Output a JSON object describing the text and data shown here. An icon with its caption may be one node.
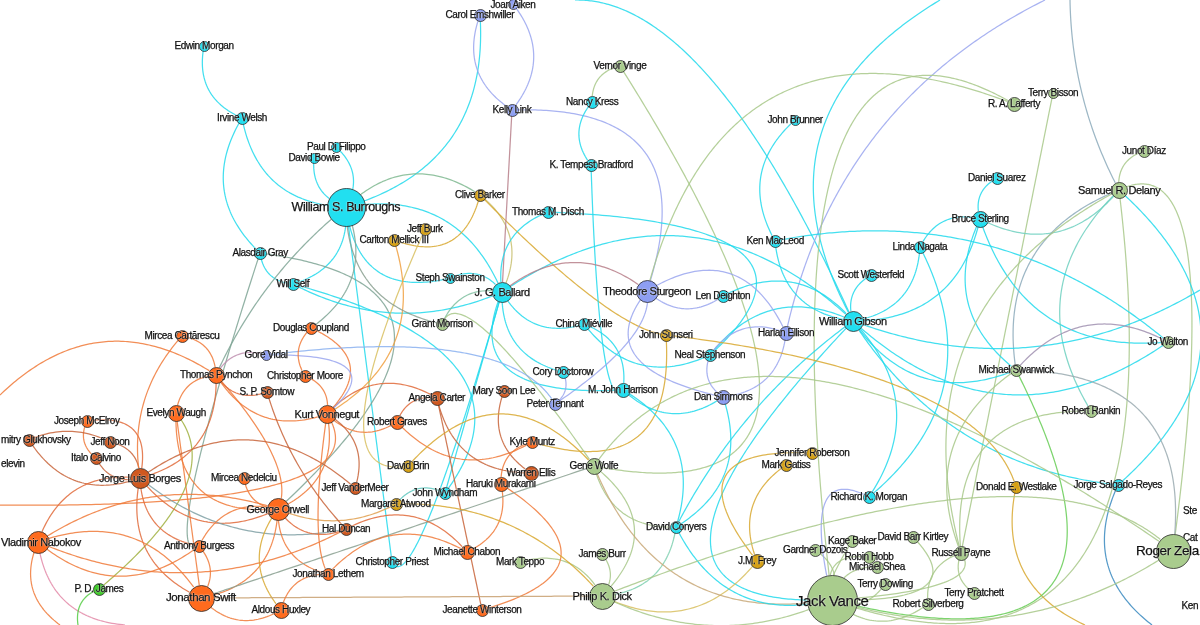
{
  "diagram": {
    "nodes": [
      {
        "text": [
          "Joan Aiken"
        ]
      },
      {
        "text": [
          "Carol Emshwiller"
        ]
      },
      {
        "text": [
          "Edwin Morgan"
        ]
      },
      {
        "text": [
          "Vernor Vinge"
        ]
      },
      {
        "text": [
          "Terry Bisson"
        ]
      },
      {
        "text": [
          "Nancy Kress"
        ]
      },
      {
        "text": [
          "R. A. Lafferty"
        ]
      },
      {
        "text": [
          "Kelly Link"
        ]
      },
      {
        "text": [
          "Irvine Welsh"
        ]
      },
      {
        "text": [
          "John Brunner"
        ]
      },
      {
        "text": [
          "Paul Di Filippo"
        ]
      },
      {
        "text": [
          "Junot Díaz"
        ]
      },
      {
        "text": [
          "David Bowie"
        ]
      },
      {
        "text": [
          "K. Tempest Bradford"
        ]
      },
      {
        "text": [
          "Daniel Suarez"
        ]
      },
      {
        "text": [
          "Samuel R. Delany"
        ]
      },
      {
        "text": [
          "Clive Barker"
        ]
      },
      {
        "text": [
          "William S. Burroughs"
        ]
      },
      {
        "text": [
          "Thomas M. Disch"
        ]
      },
      {
        "text": [
          "Bruce Sterling"
        ]
      },
      {
        "text": [
          "Jeff Burk"
        ]
      },
      {
        "text": [
          "Carlton Mellick III"
        ]
      },
      {
        "text": [
          "Ken MacLeod"
        ]
      },
      {
        "text": [
          "Linda Nagata"
        ]
      },
      {
        "text": [
          "Alasdair Gray"
        ]
      },
      {
        "text": [
          "Scott Westerfeld"
        ]
      },
      {
        "text": [
          "Steph Swainston"
        ]
      },
      {
        "text": [
          "Will Self"
        ]
      },
      {
        "text": [
          "Theodore Sturgeon"
        ]
      },
      {
        "text": [
          "J. G. Ballard"
        ]
      },
      {
        "text": [
          "Len Deighton"
        ]
      },
      {
        "text": [
          "William Gibson"
        ]
      },
      {
        "text": [
          "Grant Morrison"
        ]
      },
      {
        "text": [
          "China Miéville"
        ]
      },
      {
        "text": [
          "Douglas Coupland"
        ]
      },
      {
        "text": [
          "Harlan Ellison"
        ]
      },
      {
        "text": [
          "John Sunseri"
        ]
      },
      {
        "text": [
          "Mircea Cărtărescu"
        ]
      },
      {
        "text": [
          "Jo Walton"
        ]
      },
      {
        "text": [
          "Gore Vidal"
        ]
      },
      {
        "text": [
          "Neal Stephenson"
        ]
      },
      {
        "text": [
          "Michael Swanwick"
        ]
      },
      {
        "text": [
          "Cory Doctorow"
        ]
      },
      {
        "text": [
          "Thomas Pynchon"
        ]
      },
      {
        "text": [
          "Christopher Moore"
        ]
      },
      {
        "text": [
          "M. John Harrison"
        ]
      },
      {
        "text": [
          "Mary Soon Lee"
        ]
      },
      {
        "text": [
          "S. P. Somtow"
        ]
      },
      {
        "text": [
          "Dan Simmons"
        ]
      },
      {
        "text": [
          "Angela Carter"
        ]
      },
      {
        "text": [
          "Peter Tennant"
        ]
      },
      {
        "text": [
          "Robert Rankin"
        ]
      },
      {
        "text": [
          "Evelyn Waugh"
        ]
      },
      {
        "text": [
          "Kurt Vonnegut"
        ]
      },
      {
        "text": [
          "Joseph McElroy"
        ]
      },
      {
        "text": [
          "Robert Graves"
        ]
      },
      {
        "text": [
          "mitry Glukhovsky"
        ]
      },
      {
        "text": [
          "Jeff Noon"
        ]
      },
      {
        "text": [
          "Kyle Muntz"
        ]
      },
      {
        "text": [
          "Jennifer Roberson"
        ]
      },
      {
        "text": [
          "elevin"
        ]
      },
      {
        "text": [
          "Italo Calvino"
        ]
      },
      {
        "text": [
          "Mark Gatiss"
        ]
      },
      {
        "text": [
          "David Brin"
        ]
      },
      {
        "text": [
          "Gene Wolfe"
        ]
      },
      {
        "text": [
          "Warren Ellis"
        ]
      },
      {
        "text": [
          "Jorge Luis Borges"
        ]
      },
      {
        "text": [
          "Mircea Nedelciu"
        ]
      },
      {
        "text": [
          "Haruki Murakami"
        ]
      },
      {
        "text": [
          "Jorge Salgado-Reyes"
        ]
      },
      {
        "text": [
          "Donald E. Westlake"
        ]
      },
      {
        "text": [
          "Jeff VanderMeer"
        ]
      },
      {
        "text": [
          "John Wyndham"
        ]
      },
      {
        "text": [
          "Richard K. Morgan"
        ]
      },
      {
        "text": [
          "Margaret Atwood"
        ]
      },
      {
        "text": [
          "George Orwell"
        ]
      },
      {
        "text": [
          "Ste"
        ]
      },
      {
        "text": [
          "David Conyers"
        ]
      },
      {
        "text": [
          "Hal Duncan"
        ]
      },
      {
        "text": [
          "David Barr Kirtley"
        ]
      },
      {
        "text": [
          "Cat"
        ]
      },
      {
        "text": [
          "Kage Baker"
        ]
      },
      {
        "text": [
          "Vladimir Nabokov"
        ]
      },
      {
        "text": [
          "Anthony Burgess"
        ]
      },
      {
        "text": [
          "Gardner Dozois"
        ]
      },
      {
        "text": [
          "Roger Zela"
        ]
      },
      {
        "text": [
          "Michael Chabon"
        ]
      },
      {
        "text": [
          "Russell Payne"
        ]
      },
      {
        "text": [
          "James Burr"
        ]
      },
      {
        "text": [
          "Robin Hobb"
        ]
      },
      {
        "text": [
          "J.M. Frey"
        ]
      },
      {
        "text": [
          "Christopher Priest"
        ]
      },
      {
        "text": [
          "Mark Teppo"
        ]
      },
      {
        "text": [
          "Michael Shea"
        ]
      },
      {
        "text": [
          "Jonathan Lethem"
        ]
      },
      {
        "text": [
          "Terry Dowling"
        ]
      },
      {
        "text": [
          "P. D. James"
        ]
      },
      {
        "text": [
          "Terry Pratchett"
        ]
      },
      {
        "text": [
          "Philip K. Dick"
        ]
      },
      {
        "text": [
          "Jonathan Swift"
        ]
      },
      {
        "text": [
          "Jack Vance"
        ]
      },
      {
        "text": [
          "Robert Silverberg"
        ]
      },
      {
        "text": [
          "Ken"
        ]
      },
      {
        "text": [
          "Aldous Huxley"
        ]
      },
      {
        "text": [
          "Jeanette Winterson"
        ]
      }
    ],
    "edges": [
      {
        "from": 2,
        "to": 8,
        "arrow": "none"
      },
      {
        "from": 8,
        "to": 24,
        "arrow": "none"
      },
      {
        "from": 8,
        "to": 17,
        "arrow": "none"
      },
      {
        "from": 12,
        "to": 17,
        "arrow": "none"
      },
      {
        "from": 10,
        "to": 17,
        "arrow": "none"
      },
      {
        "from": 17,
        "to": 1,
        "arrow": "none"
      },
      {
        "from": 24,
        "to": 27,
        "arrow": "none"
      },
      {
        "from": 27,
        "to": 17,
        "arrow": "none"
      },
      {
        "from": 17,
        "to": 29,
        "arrow": "none"
      },
      {
        "from": 17,
        "to": 26,
        "arrow": "none"
      },
      {
        "from": 17,
        "to": 16,
        "arrow": "none",
        "color": "#7fb890"
      },
      {
        "from": 17,
        "to": 91,
        "arrow": "none"
      },
      {
        "from": 17,
        "to": 43,
        "arrow": "none",
        "color": "#7fa595"
      },
      {
        "from": 17,
        "to": 34,
        "arrow": "none",
        "color": "#7fa595"
      },
      {
        "from": 24,
        "to": 83,
        "arrow": "none",
        "color": "#7fa595"
      },
      {
        "from": 24,
        "to": 75,
        "arrow": "none",
        "color": "#7fa595"
      },
      {
        "from": 27,
        "to": 72,
        "arrow": "none"
      },
      {
        "from": 27,
        "to": 29,
        "arrow": "none"
      },
      {
        "from": 16,
        "to": 21,
        "arrow": "none",
        "color": "#d8a830"
      },
      {
        "from": 16,
        "to": 29,
        "arrow": "none",
        "color": "#c8c070"
      },
      {
        "from": 16,
        "to": 36,
        "arrow": "none",
        "color": "#d8a830"
      },
      {
        "from": 20,
        "to": 63,
        "arrow": "none",
        "color": "#d8c060"
      },
      {
        "from": 21,
        "to": 53,
        "arrow": "none",
        "color": "#f0a040"
      },
      {
        "from": 0,
        "to": 7,
        "arrow": "none",
        "color": "#9aa6ee"
      },
      {
        "from": 1,
        "to": 7,
        "arrow": "none",
        "color": "#9aa6ee"
      },
      {
        "from": 7,
        "to": 29,
        "arrow": "none",
        "color": "#b77f8a"
      },
      {
        "from": 7,
        "to": 28,
        "arrow": "none",
        "color": "#9aa6ee"
      },
      {
        "from": 3,
        "to": 5,
        "arrow": "none",
        "color": "#a8c88a"
      },
      {
        "from": 3,
        "to": 64,
        "arrow": "none",
        "color": "#a8c88a"
      },
      {
        "from": 5,
        "to": 13,
        "arrow": "none"
      },
      {
        "from": 13,
        "to": 45,
        "arrow": "none"
      },
      {
        "from": 18,
        "to": 29,
        "arrow": "none"
      },
      {
        "from": 18,
        "to": 40,
        "arrow": "none"
      },
      {
        "from": null,
        "to": 31,
        "arrow": "none"
      },
      {
        "from": 9,
        "to": 22,
        "arrow": "none"
      },
      {
        "from": null,
        "to": 31,
        "arrow": "none"
      },
      {
        "from": null,
        "to": 35,
        "arrow": "none",
        "color": "#9aa6ee"
      },
      {
        "from": null,
        "to": 15,
        "arrow": "none",
        "color": "#8caabb"
      },
      {
        "from": 6,
        "to": 28,
        "arrow": "none",
        "color": "#a8c88a"
      },
      {
        "from": 6,
        "to": 100,
        "arrow": "none",
        "color": "#a8c88a"
      },
      {
        "from": 4,
        "to": 87,
        "arrow": "none",
        "color": "#a8c88a"
      },
      {
        "from": 11,
        "to": 15,
        "arrow": "none",
        "color": "#a8c88a"
      },
      {
        "from": 14,
        "to": 19,
        "arrow": "none"
      },
      {
        "from": 19,
        "to": 23,
        "arrow": "none"
      },
      {
        "from": 19,
        "to": 15,
        "arrow": "none",
        "color": "#6fd0c0"
      },
      {
        "from": 19,
        "to": 31,
        "arrow": "none"
      },
      {
        "from": 19,
        "to": 41,
        "arrow": "none"
      },
      {
        "from": 19,
        "to": 38,
        "arrow": "none"
      },
      {
        "from": 23,
        "to": 31,
        "arrow": "none"
      },
      {
        "from": 23,
        "to": 73,
        "arrow": "none"
      },
      {
        "from": 25,
        "to": 31,
        "arrow": "none"
      },
      {
        "from": 15,
        "to": 100,
        "arrow": "none",
        "color": "#a8c88a"
      },
      {
        "from": 15,
        "to": 85,
        "arrow": "none",
        "color": "#a8c88a"
      },
      {
        "from": 15,
        "to": 41,
        "arrow": "none",
        "color": "#8caabb"
      },
      {
        "from": 15,
        "to": 87,
        "arrow": "none",
        "color": "#a8c88a"
      },
      {
        "from": 15,
        "to": 51,
        "arrow": "none",
        "color": "#6fd0c0"
      },
      {
        "from": 31,
        "to": 30,
        "arrow": "none"
      },
      {
        "from": 31,
        "to": 40,
        "arrow": "none"
      },
      {
        "from": 31,
        "to": 29,
        "arrow": "none"
      },
      {
        "from": 31,
        "to": 73,
        "arrow": "none"
      },
      {
        "from": 31,
        "to": 69,
        "arrow": "none"
      },
      {
        "from": 31,
        "to": 38,
        "arrow": "none"
      },
      {
        "from": 31,
        "to": 41,
        "arrow": "none"
      },
      {
        "from": 31,
        "to": 100,
        "arrow": "none"
      },
      {
        "from": 31,
        "to": 77,
        "arrow": "none"
      },
      {
        "from": 31,
        "to": null,
        "arrow": "none"
      },
      {
        "from": 22,
        "to": 31,
        "arrow": "none"
      },
      {
        "from": 22,
        "to": 38,
        "arrow": "none"
      },
      {
        "from": 35,
        "to": 28,
        "arrow": "none",
        "color": "#9aa6ee"
      },
      {
        "from": 35,
        "to": 48,
        "arrow": "none",
        "color": "#9aa6ee"
      },
      {
        "from": 35,
        "to": 40,
        "arrow": "none",
        "color": "#9aa6ee"
      },
      {
        "from": 28,
        "to": 29,
        "arrow": "none",
        "color": "#b77f8a"
      },
      {
        "from": 28,
        "to": 48,
        "arrow": "none",
        "color": "#9aa6ee"
      },
      {
        "from": 28,
        "to": 50,
        "arrow": "none",
        "color": "#9aa6ee"
      },
      {
        "from": 28,
        "to": 30,
        "arrow": "none",
        "color": "#9aa6ee"
      },
      {
        "from": 29,
        "to": 26,
        "arrow": "none"
      },
      {
        "from": 29,
        "to": 33,
        "arrow": "none"
      },
      {
        "from": 29,
        "to": 42,
        "arrow": "none"
      },
      {
        "from": 29,
        "to": 45,
        "arrow": "none"
      },
      {
        "from": 29,
        "to": 91,
        "arrow": "none"
      },
      {
        "from": 29,
        "to": 72,
        "arrow": "none"
      },
      {
        "from": 29,
        "to": 32,
        "arrow": "none",
        "color": "#7fc0a0"
      },
      {
        "from": 33,
        "to": 45,
        "arrow": "none"
      },
      {
        "from": 33,
        "to": 40,
        "arrow": "none"
      },
      {
        "from": 36,
        "to": 58,
        "arrow": "none",
        "color": "#d8a830"
      },
      {
        "from": 36,
        "to": 70,
        "arrow": "none",
        "color": "#d8a830"
      },
      {
        "from": 70,
        "to": null,
        "arrow": "none",
        "color": "#d8a830"
      },
      {
        "from": 59,
        "to": 90,
        "arrow": "none",
        "color": "#d8a830"
      },
      {
        "from": 62,
        "to": 90,
        "arrow": "none",
        "color": "#d8a830"
      },
      {
        "from": 69,
        "to": null,
        "arrow": "none",
        "color": "#3a8ac0"
      },
      {
        "from": 69,
        "to": 15,
        "arrow": "none"
      },
      {
        "from": 41,
        "to": 87,
        "arrow": "none",
        "color": "#a8c88a"
      },
      {
        "from": 41,
        "to": 100,
        "arrow": "none",
        "color": "#66cc55"
      },
      {
        "from": 41,
        "to": 85,
        "arrow": "none",
        "color": "#9aaab0"
      },
      {
        "from": 38,
        "to": 41,
        "arrow": "none",
        "color": "#a090b0"
      },
      {
        "from": 51,
        "to": 87,
        "arrow": "none",
        "color": "#a8c88a"
      },
      {
        "from": 87,
        "to": 97,
        "arrow": "none",
        "color": "#a8c88a"
      },
      {
        "from": 87,
        "to": 100,
        "arrow": "none",
        "color": "#a8c88a"
      },
      {
        "from": 87,
        "to": 101,
        "arrow": "none",
        "color": "#a8c88a"
      },
      {
        "from": 100,
        "to": 81,
        "arrow": "none",
        "color": "#a8c88a"
      },
      {
        "from": 100,
        "to": 89,
        "arrow": "none",
        "color": "#a8c88a"
      },
      {
        "from": 100,
        "to": 93,
        "arrow": "none",
        "color": "#a8c88a"
      },
      {
        "from": 100,
        "to": 95,
        "arrow": "none",
        "color": "#a8c88a"
      },
      {
        "from": 100,
        "to": 84,
        "arrow": "none",
        "color": "#a8c88a"
      },
      {
        "from": 100,
        "to": 79,
        "arrow": "none",
        "color": "#a8c88a"
      },
      {
        "from": 100,
        "to": 101,
        "arrow": "none",
        "color": "#a8c88a"
      },
      {
        "from": 73,
        "to": 100,
        "arrow": "none",
        "color": "#9aa6ee"
      },
      {
        "from": 98,
        "to": 64,
        "arrow": "none",
        "color": "#a8c88a"
      },
      {
        "from": 98,
        "to": 88,
        "arrow": "none",
        "color": "#a8c88a"
      },
      {
        "from": 98,
        "to": 92,
        "arrow": "none",
        "color": "#a8c88a"
      },
      {
        "from": 98,
        "to": 77,
        "arrow": "none",
        "color": "#7fd0b0"
      },
      {
        "from": 98,
        "to": 90,
        "arrow": "none",
        "color": "#d8c060"
      },
      {
        "from": 98,
        "to": 100,
        "arrow": "none",
        "color": "#a8c88a"
      },
      {
        "from": 64,
        "to": 77,
        "arrow": "none",
        "color": "#a8c88a"
      },
      {
        "from": 64,
        "to": 100,
        "arrow": "none",
        "color": "#c8a878"
      },
      {
        "from": 64,
        "to": 32,
        "arrow": "none",
        "color": "#a8c88a"
      },
      {
        "from": 64,
        "to": 85,
        "arrow": "none",
        "color": "#a8c88a"
      },
      {
        "from": 77,
        "to": 45,
        "arrow": "none"
      },
      {
        "from": 77,
        "to": 48,
        "arrow": "none"
      },
      {
        "from": 77,
        "to": 100,
        "arrow": "none"
      },
      {
        "from": 50,
        "to": 42,
        "arrow": "none",
        "color": "#9aa6ee"
      },
      {
        "from": 46,
        "to": 65,
        "arrow": "none",
        "color": "#c8643a"
      },
      {
        "from": 58,
        "to": 68,
        "arrow": "none",
        "color": "#f07a3a"
      },
      {
        "from": 58,
        "to": 55,
        "arrow": "none",
        "color": "#f07a3a"
      },
      {
        "from": 68,
        "to": 86,
        "arrow": "none",
        "color": "#f07a3a"
      },
      {
        "from": 68,
        "to": 104,
        "arrow": "none",
        "color": "#f07a3a"
      },
      {
        "from": 65,
        "to": 49,
        "arrow": "none",
        "color": "#c8643a"
      },
      {
        "from": 49,
        "to": 55,
        "arrow": "none",
        "color": "#e06a3a"
      },
      {
        "from": 49,
        "to": 104,
        "arrow": "none",
        "color": "#c8643a"
      },
      {
        "from": 49,
        "to": 53,
        "arrow": "none",
        "color": "#e06a3a"
      },
      {
        "from": 32,
        "to": 17,
        "arrow": "none",
        "color": "#8aa090"
      },
      {
        "from": 53,
        "to": 43,
        "arrow": "none",
        "color": "#f07a3a"
      },
      {
        "from": 53,
        "to": 75,
        "arrow": "none",
        "color": "#f07a3a"
      },
      {
        "from": 53,
        "to": 34,
        "arrow": "none",
        "color": "#f07a3a"
      },
      {
        "from": 53,
        "to": 44,
        "arrow": "none",
        "color": "#f07a3a"
      },
      {
        "from": 53,
        "to": 55,
        "arrow": "none",
        "color": "#f07a3a"
      },
      {
        "from": 53,
        "to": null,
        "arrow": "none",
        "color": "#f07a3a"
      },
      {
        "from": 39,
        "to": 53,
        "arrow": "none",
        "color": "#9aa6ee"
      },
      {
        "from": 39,
        "to": 43,
        "arrow": "none",
        "color": "#c090b0"
      },
      {
        "from": 39,
        "to": 50,
        "arrow": "none",
        "color": "#8ab0f0"
      },
      {
        "from": 43,
        "to": 37,
        "arrow": "none",
        "color": "#f07a3a"
      },
      {
        "from": 43,
        "to": 52,
        "arrow": "none",
        "color": "#f07a3a"
      },
      {
        "from": 43,
        "to": 66,
        "arrow": "none",
        "color": "#e06a3a"
      },
      {
        "from": null,
        "to": 43,
        "arrow": "none",
        "color": "#f07a3a"
      },
      {
        "from": 43,
        "to": 75,
        "arrow": "none",
        "color": "#f07a3a"
      },
      {
        "from": 43,
        "to": 47,
        "arrow": "none",
        "color": "#e06a3a"
      },
      {
        "from": 34,
        "to": 44,
        "arrow": "none",
        "color": "#f07a3a"
      },
      {
        "from": 52,
        "to": 75,
        "arrow": "none",
        "color": "#f07a3a"
      },
      {
        "from": 52,
        "to": 99,
        "arrow": "none",
        "color": "#f07a3a"
      },
      {
        "from": 52,
        "to": 96,
        "arrow": "none",
        "color": "#a0b040"
      },
      {
        "from": 54,
        "to": 61,
        "arrow": "none",
        "color": "#f07a3a"
      },
      {
        "from": 54,
        "to": 66,
        "arrow": "none",
        "color": "#e06a3a"
      },
      {
        "from": 56,
        "to": 66,
        "arrow": "none",
        "color": "#c8643a"
      },
      {
        "from": 56,
        "to": 57,
        "arrow": "none",
        "color": "#c8643a"
      },
      {
        "from": 57,
        "to": 66,
        "arrow": "none",
        "color": "#c8643a"
      },
      {
        "from": 61,
        "to": 66,
        "arrow": "none",
        "color": "#c8643a"
      },
      {
        "from": 66,
        "to": 75,
        "arrow": "none",
        "color": "#e06a3a"
      },
      {
        "from": 66,
        "to": 82,
        "arrow": "none",
        "color": "#e06a3a"
      },
      {
        "from": 66,
        "to": 83,
        "arrow": "none",
        "color": "#e06a3a"
      },
      {
        "from": 66,
        "to": 99,
        "arrow": "none",
        "color": "#e06a3a"
      },
      {
        "from": 66,
        "to": 78,
        "arrow": "none",
        "color": "#7fa0a5"
      },
      {
        "from": 66,
        "to": 71,
        "arrow": "none",
        "color": "#c8643a"
      },
      {
        "from": 67,
        "to": 75,
        "arrow": "none",
        "color": "#f07a3a"
      },
      {
        "from": 75,
        "to": 99,
        "arrow": "none",
        "color": "#f07a3a"
      },
      {
        "from": 75,
        "to": 103,
        "arrow": "none",
        "color": "#d8a830"
      },
      {
        "from": 75,
        "to": 83,
        "arrow": "none",
        "color": "#f07a3a"
      },
      {
        "from": 75,
        "to": 78,
        "arrow": "none",
        "color": "#e06a3a"
      },
      {
        "from": 75,
        "to": 74,
        "arrow": "none",
        "color": "#e0a050"
      },
      {
        "from": 75,
        "to": 82,
        "arrow": "none",
        "color": "#f07a3a"
      },
      {
        "from": 75,
        "to": 94,
        "arrow": "none",
        "color": "#f07a3a"
      },
      {
        "from": 82,
        "to": 99,
        "arrow": "none",
        "color": "#f07a3a"
      },
      {
        "from": 82,
        "to": 83,
        "arrow": "none",
        "color": "#f07a3a"
      },
      {
        "from": 82,
        "to": 78,
        "arrow": "none",
        "color": "#f07a3a"
      },
      {
        "from": 82,
        "to": null,
        "arrow": "none",
        "color": "#e38aa8"
      },
      {
        "from": 82,
        "to": null,
        "arrow": "none",
        "color": "#f07a3a"
      },
      {
        "from": 96,
        "to": null,
        "arrow": "none",
        "color": "#55cc44"
      },
      {
        "from": 99,
        "to": 103,
        "arrow": "none",
        "color": "#f07a3a"
      },
      {
        "from": 99,
        "to": 83,
        "arrow": "none",
        "color": "#f07a3a"
      },
      {
        "from": 99,
        "to": 98,
        "arrow": "none",
        "color": "#c8a070"
      },
      {
        "from": 99,
        "to": 64,
        "arrow": "none",
        "color": "#8aa090"
      },
      {
        "from": 94,
        "to": 103,
        "arrow": "none",
        "color": "#f07a3a"
      },
      {
        "from": 94,
        "to": 53,
        "arrow": "none",
        "color": "#f07a3a"
      },
      {
        "from": 72,
        "to": 74,
        "arrow": "none",
        "color": "#60c8c0"
      },
      {
        "from": 78,
        "to": 86,
        "arrow": "none",
        "color": "#e06a3a"
      },
      {
        "from": 86,
        "to": 94,
        "arrow": "none",
        "color": "#f07a3a"
      },
      {
        "from": 71,
        "to": 53,
        "arrow": "none",
        "color": "#c8643a"
      },
      {
        "from": 63,
        "to": 64,
        "arrow": "none",
        "color": "#d8a830"
      },
      {
        "from": 74,
        "to": 98,
        "arrow": "none",
        "color": "#d8a830"
      },
      {
        "from": 85,
        "to": 98,
        "arrow": "none",
        "color": "#a8c88a"
      },
      {
        "from": 85,
        "to": 100,
        "arrow": "none",
        "color": "#a8c88a"
      },
      {
        "from": 47,
        "to": 78,
        "arrow": "none",
        "color": "#c8643a"
      },
      {
        "from": 37,
        "to": 66,
        "arrow": "none",
        "color": "#f07a3a"
      },
      {
        "from": 45,
        "to": 48,
        "arrow": "none"
      },
      {
        "from": 40,
        "to": 48,
        "arrow": "none",
        "color": "#9aa6ee"
      }
    ]
  }
}
